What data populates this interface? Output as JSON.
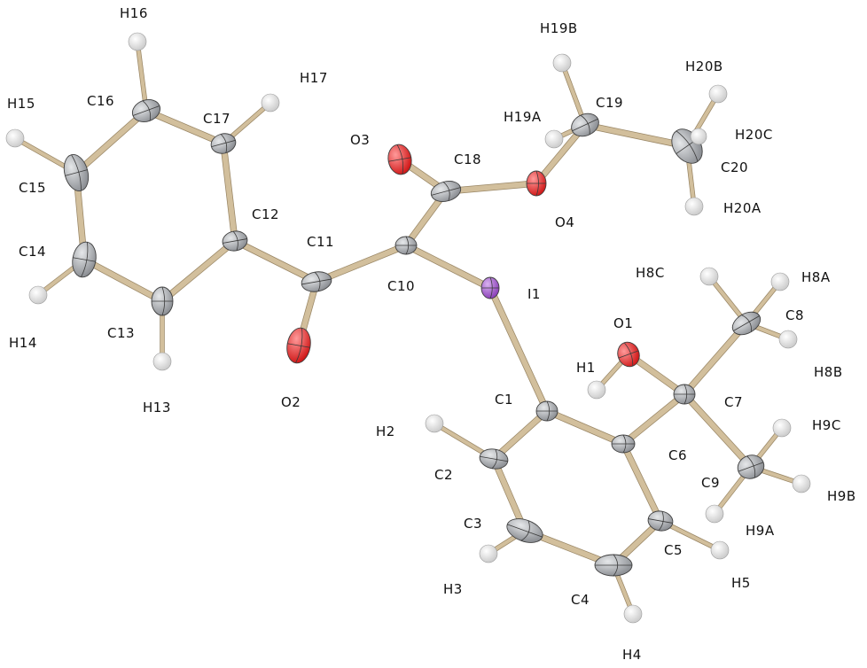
{
  "figure": "ORTEP diagram",
  "colors": {
    "carbon": "#8c8f94",
    "carbon_highlight": "#e6e8ea",
    "oxygen": "#d01818",
    "oxygen_highlight": "#ff9a9a",
    "iodine": "#8a3fb8",
    "iodine_highlight": "#d9b2f0",
    "hydrogen": "#e6e6e6",
    "bond": "#d2bf9c",
    "bond_edge": "#9a8766",
    "label": "#111111"
  },
  "atoms": [
    {
      "id": "C1",
      "element": "C",
      "label": "C1"
    },
    {
      "id": "C2",
      "element": "C",
      "label": "C2"
    },
    {
      "id": "C3",
      "element": "C",
      "label": "C3"
    },
    {
      "id": "C4",
      "element": "C",
      "label": "C4"
    },
    {
      "id": "C5",
      "element": "C",
      "label": "C5"
    },
    {
      "id": "C6",
      "element": "C",
      "label": "C6"
    },
    {
      "id": "C7",
      "element": "C",
      "label": "C7"
    },
    {
      "id": "C8",
      "element": "C",
      "label": "C8"
    },
    {
      "id": "C9",
      "element": "C",
      "label": "C9"
    },
    {
      "id": "C10",
      "element": "C",
      "label": "C10"
    },
    {
      "id": "C11",
      "element": "C",
      "label": "C11"
    },
    {
      "id": "C12",
      "element": "C",
      "label": "C12"
    },
    {
      "id": "C13",
      "element": "C",
      "label": "C13"
    },
    {
      "id": "C14",
      "element": "C",
      "label": "C14"
    },
    {
      "id": "C15",
      "element": "C",
      "label": "C15"
    },
    {
      "id": "C16",
      "element": "C",
      "label": "C16"
    },
    {
      "id": "C17",
      "element": "C",
      "label": "C17"
    },
    {
      "id": "C18",
      "element": "C",
      "label": "C18"
    },
    {
      "id": "C19",
      "element": "C",
      "label": "C19"
    },
    {
      "id": "C20",
      "element": "C",
      "label": "C20"
    },
    {
      "id": "O1",
      "element": "O",
      "label": "O1"
    },
    {
      "id": "O2",
      "element": "O",
      "label": "O2"
    },
    {
      "id": "O3",
      "element": "O",
      "label": "O3"
    },
    {
      "id": "O4",
      "element": "O",
      "label": "O4"
    },
    {
      "id": "I1",
      "element": "I",
      "label": "I1"
    },
    {
      "id": "H1",
      "element": "H",
      "label": "H1"
    },
    {
      "id": "H2",
      "element": "H",
      "label": "H2"
    },
    {
      "id": "H3",
      "element": "H",
      "label": "H3"
    },
    {
      "id": "H4",
      "element": "H",
      "label": "H4"
    },
    {
      "id": "H5",
      "element": "H",
      "label": "H5"
    },
    {
      "id": "H8A",
      "element": "H",
      "label": "H8A"
    },
    {
      "id": "H8B",
      "element": "H",
      "label": "H8B"
    },
    {
      "id": "H8C",
      "element": "H",
      "label": "H8C"
    },
    {
      "id": "H9A",
      "element": "H",
      "label": "H9A"
    },
    {
      "id": "H9B",
      "element": "H",
      "label": "H9B"
    },
    {
      "id": "H9C",
      "element": "H",
      "label": "H9C"
    },
    {
      "id": "H13",
      "element": "H",
      "label": "H13"
    },
    {
      "id": "H14",
      "element": "H",
      "label": "H14"
    },
    {
      "id": "H15",
      "element": "H",
      "label": "H15"
    },
    {
      "id": "H16",
      "element": "H",
      "label": "H16"
    },
    {
      "id": "H17",
      "element": "H",
      "label": "H17"
    },
    {
      "id": "H19A",
      "element": "H",
      "label": "H19A"
    },
    {
      "id": "H19B",
      "element": "H",
      "label": "H19B"
    },
    {
      "id": "H20A",
      "element": "H",
      "label": "H20A"
    },
    {
      "id": "H20B",
      "element": "H",
      "label": "H20B"
    },
    {
      "id": "H20C",
      "element": "H",
      "label": "H20C"
    }
  ],
  "bonds": [
    [
      "C12",
      "C13"
    ],
    [
      "C13",
      "C14"
    ],
    [
      "C14",
      "C15"
    ],
    [
      "C15",
      "C16"
    ],
    [
      "C16",
      "C17"
    ],
    [
      "C17",
      "C12"
    ],
    [
      "C12",
      "C11"
    ],
    [
      "C11",
      "O2"
    ],
    [
      "C11",
      "C10"
    ],
    [
      "C10",
      "C18"
    ],
    [
      "C18",
      "O3"
    ],
    [
      "C18",
      "O4"
    ],
    [
      "O4",
      "C19"
    ],
    [
      "C19",
      "C20"
    ],
    [
      "C10",
      "I1"
    ],
    [
      "I1",
      "C1"
    ],
    [
      "C1",
      "C2"
    ],
    [
      "C2",
      "C3"
    ],
    [
      "C3",
      "C4"
    ],
    [
      "C4",
      "C5"
    ],
    [
      "C5",
      "C6"
    ],
    [
      "C6",
      "C1"
    ],
    [
      "C6",
      "C7"
    ],
    [
      "C7",
      "O1"
    ],
    [
      "C7",
      "C8"
    ],
    [
      "C7",
      "C9"
    ],
    [
      "O1",
      "H1"
    ],
    [
      "C13",
      "H13"
    ],
    [
      "C14",
      "H14"
    ],
    [
      "C15",
      "H15"
    ],
    [
      "C16",
      "H16"
    ],
    [
      "C17",
      "H17"
    ],
    [
      "C19",
      "H19A"
    ],
    [
      "C19",
      "H19B"
    ],
    [
      "C20",
      "H20A"
    ],
    [
      "C20",
      "H20B"
    ],
    [
      "C20",
      "H20C"
    ],
    [
      "C2",
      "H2"
    ],
    [
      "C3",
      "H3"
    ],
    [
      "C4",
      "H4"
    ],
    [
      "C5",
      "H5"
    ],
    [
      "C8",
      "H8A"
    ],
    [
      "C8",
      "H8B"
    ],
    [
      "C8",
      "H8C"
    ],
    [
      "C9",
      "H9A"
    ],
    [
      "C9",
      "H9B"
    ],
    [
      "C9",
      "H9C"
    ]
  ]
}
